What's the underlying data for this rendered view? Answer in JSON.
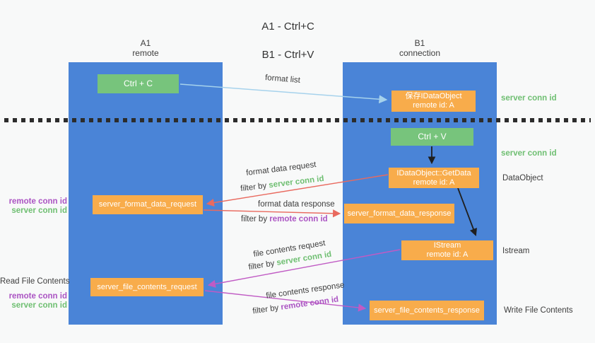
{
  "title": {
    "line1": "A1 - Ctrl+C",
    "line2": "B1 - Ctrl+V"
  },
  "columns": {
    "a1": {
      "name": "A1",
      "subtitle": "remote"
    },
    "b1": {
      "name": "B1",
      "subtitle": "connection"
    }
  },
  "nodes": {
    "ctrl_c": {
      "label": "Ctrl + C"
    },
    "ctrl_v": {
      "label": "Ctrl + V"
    },
    "save_dataobject": {
      "line1": "保存IDataObject",
      "line2": "remote id: A"
    },
    "getdata": {
      "line1": "IDataObject::GetData",
      "line2": "remote id: A"
    },
    "istream": {
      "line1": "IStream",
      "line2": "remote id: A"
    },
    "format_request": {
      "label": "server_format_data_request"
    },
    "format_response": {
      "label": "server_format_data_response"
    },
    "file_request": {
      "label": "server_file_contents_request"
    },
    "file_response": {
      "label": "server_file_contents_response"
    }
  },
  "arrow_labels": {
    "format_list": "format list",
    "format_data_request": "format data request",
    "filter_server_1": {
      "prefix": "filter by ",
      "highlight": "server conn id"
    },
    "format_data_response": "format data response",
    "filter_remote_1": {
      "prefix": "filter by ",
      "highlight": "remote conn id"
    },
    "file_contents_request": "file contents request",
    "filter_server_2": {
      "prefix": "filter by ",
      "highlight": "server conn id"
    },
    "file_contents_response": "file contents response",
    "filter_remote_2": {
      "prefix": "filter by ",
      "highlight": "remote conn id"
    }
  },
  "side_labels": {
    "right": {
      "server_conn_id_1": "server conn id",
      "server_conn_id_2": "server conn id",
      "dataobject": "DataObject",
      "istream": "Istream",
      "write_file_contents": "Write File Contents"
    },
    "left": {
      "remote_conn_id_1": "remote conn id",
      "server_conn_id_1": "server conn id",
      "read_file_contents": "Read File Contents",
      "remote_conn_id_2": "remote conn id",
      "server_conn_id_2": "server conn id"
    }
  },
  "colors": {
    "column_blue": "#4A84D7",
    "node_green": "#77C47C",
    "node_orange": "#F8AC4B",
    "arrow_light_blue": "#A6D2EC",
    "arrow_red": "#E96A5F",
    "arrow_magenta": "#C05BC4",
    "arrow_black": "#1F1F1F",
    "text_green": "#6FBF72",
    "text_purple": "#AB54C3",
    "text_dark": "#3D3D3D"
  }
}
